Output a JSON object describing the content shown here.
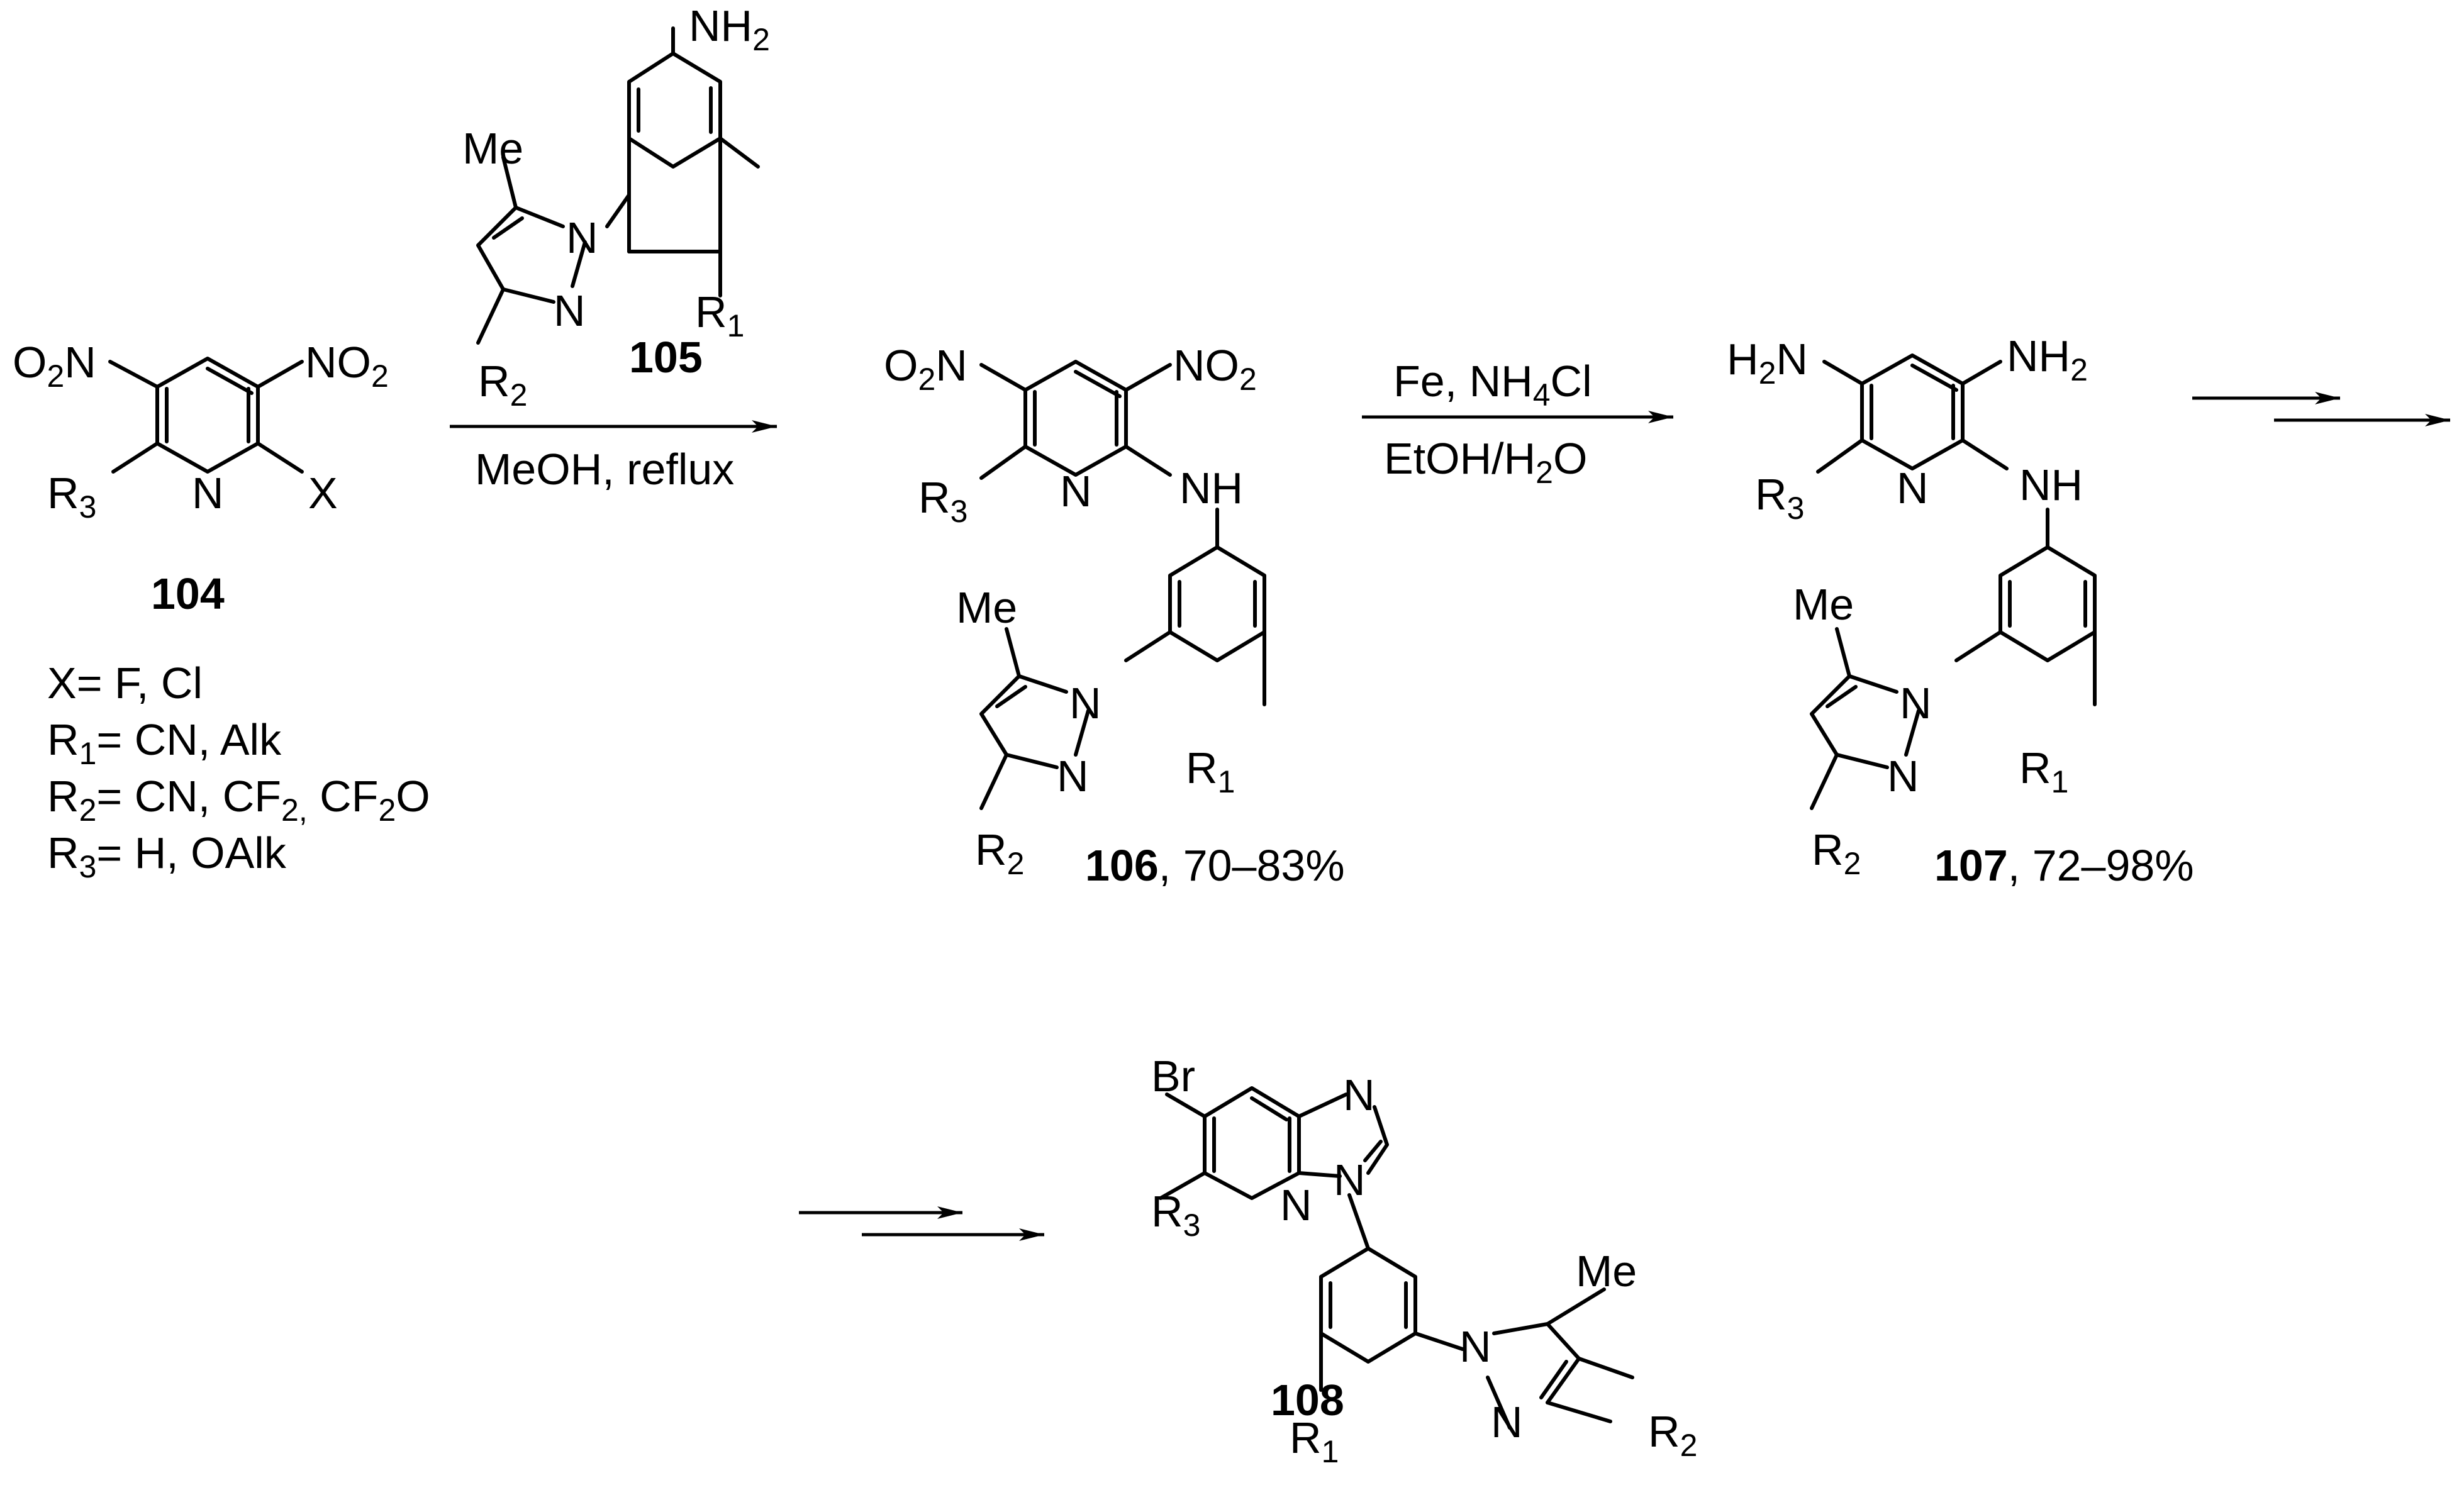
{
  "compounds": {
    "c104": {
      "id": "104",
      "groups": {
        "no2_left": "O2N",
        "no2_right": "NO2",
        "n": "N",
        "x": "X",
        "r3": "R3"
      }
    },
    "c105": {
      "id": "105",
      "groups": {
        "nh2": "NH2",
        "me": "Me",
        "n1": "N",
        "n2": "N",
        "r1": "R1",
        "r2": "R2"
      }
    },
    "c106": {
      "id": "106",
      "yield": ", 70–83%",
      "groups": {
        "no2_left": "O2N",
        "no2_right": "NO2",
        "n": "N",
        "nh": "NH",
        "r3": "R3",
        "me": "Me",
        "n1": "N",
        "n2": "N",
        "r1": "R1",
        "r2": "R2"
      }
    },
    "c107": {
      "id": "107",
      "yield": ", 72–98%",
      "groups": {
        "nh2_left": "H2N",
        "nh2_right": "NH2",
        "n": "N",
        "nh": "NH",
        "r3": "R3",
        "me": "Me",
        "n1": "N",
        "n2": "N",
        "r1": "R1",
        "r2": "R2"
      }
    },
    "c108": {
      "id": "108",
      "groups": {
        "br": "Br",
        "r3": "R3",
        "n_py": "N",
        "n_im1": "N",
        "n_im3": "N",
        "me": "Me",
        "n1": "N",
        "n2": "N",
        "r1": "R1",
        "r2": "R2"
      }
    }
  },
  "substituents": [
    "X= F, Cl",
    "R1= CN, Alk",
    "R2= CN, CF2, CF2O",
    "R3= H, OAlk"
  ],
  "steps": {
    "step1": {
      "conditions": "MeOH, reflux"
    },
    "step2": {
      "reagent": "Fe, NH4Cl",
      "solvent": "EtOH/H2O"
    }
  }
}
